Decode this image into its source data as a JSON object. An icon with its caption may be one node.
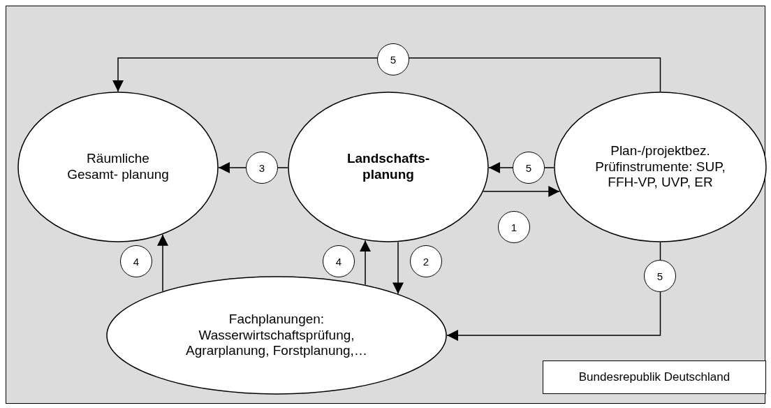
{
  "diagram": {
    "nodes": [
      {
        "text": [
          "Räumliche Gesamt- planung"
        ]
      },
      {
        "text": [
          "Landschafts- planung"
        ]
      },
      {
        "text": [
          "Plan-/projektbez. Prüfinstrumente: SUP, FFH-VP, UVP, ER"
        ]
      },
      {
        "text": [
          "Fachplanungen: Wasserwirtschaftsprüfung, Agrarplanung, Forstplanung,…"
        ]
      },
      {
        "text": [
          "Bundesrepublik Deutschland"
        ]
      }
    ],
    "edges": [
      {
        "from": 2,
        "to": 0,
        "arrow": "to",
        "label": "5"
      },
      {
        "from": 1,
        "to": 0,
        "arrow": "to",
        "label": "3"
      },
      {
        "from": 2,
        "to": 1,
        "arrow": "to",
        "label": "5"
      },
      {
        "from": 1,
        "to": 2,
        "arrow": "to",
        "label": "1"
      },
      {
        "from": 3,
        "to": 0,
        "arrow": "to",
        "label": "4"
      },
      {
        "from": 3,
        "to": 1,
        "arrow": "to",
        "label": "4"
      },
      {
        "from": 1,
        "to": 3,
        "arrow": "to",
        "label": "2"
      },
      {
        "from": 2,
        "to": 3,
        "arrow": "to",
        "label": "5"
      }
    ]
  }
}
